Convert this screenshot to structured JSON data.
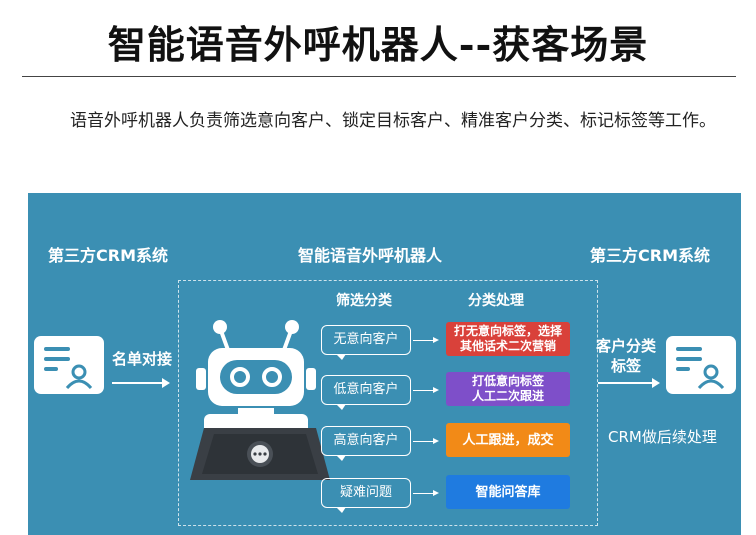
{
  "title": "智能语音外呼机器人--获客场景",
  "intro": "语音外呼机器人负责筛选意向客户、锁定目标客户、精准客户分类、标记标签等工作。",
  "diagram": {
    "left_header": "第三方CRM系统",
    "center_header": "智能语音外呼机器人",
    "right_header": "第三方CRM系统",
    "left_arrow_label": "名单对接",
    "right_arrow_label_line1": "客户分类",
    "right_arrow_label_line2": "标签",
    "right_note": "CRM做后续处理",
    "col_filter": "筛选分类",
    "col_process": "分类处理",
    "rows": [
      {
        "bubble": "无意向客户",
        "action_line1": "打无意向标签，选择",
        "action_line2": "其他话术二次营销",
        "color": "#d9413a"
      },
      {
        "bubble": "低意向客户",
        "action_line1": "打低意向标签",
        "action_line2": "人工二次跟进",
        "color": "#7e4fc9"
      },
      {
        "bubble": "高意向客户",
        "action_line1": "人工跟进，成交",
        "action_line2": "",
        "color": "#f28a17"
      },
      {
        "bubble": "疑难问题",
        "action_line1": "智能问答库",
        "action_line2": "",
        "color": "#1f7be0"
      }
    ],
    "colors": {
      "panel": "#3b8fb3",
      "card_icon": "#ffffff",
      "card_icon_detail": "#3b8fb3",
      "robot_body": "#ffffff",
      "robot_laptop": "#3a3f45"
    },
    "icons": [
      "contact-card-icon",
      "robot-icon",
      "laptop-icon",
      "chat-bubble-icon"
    ]
  }
}
